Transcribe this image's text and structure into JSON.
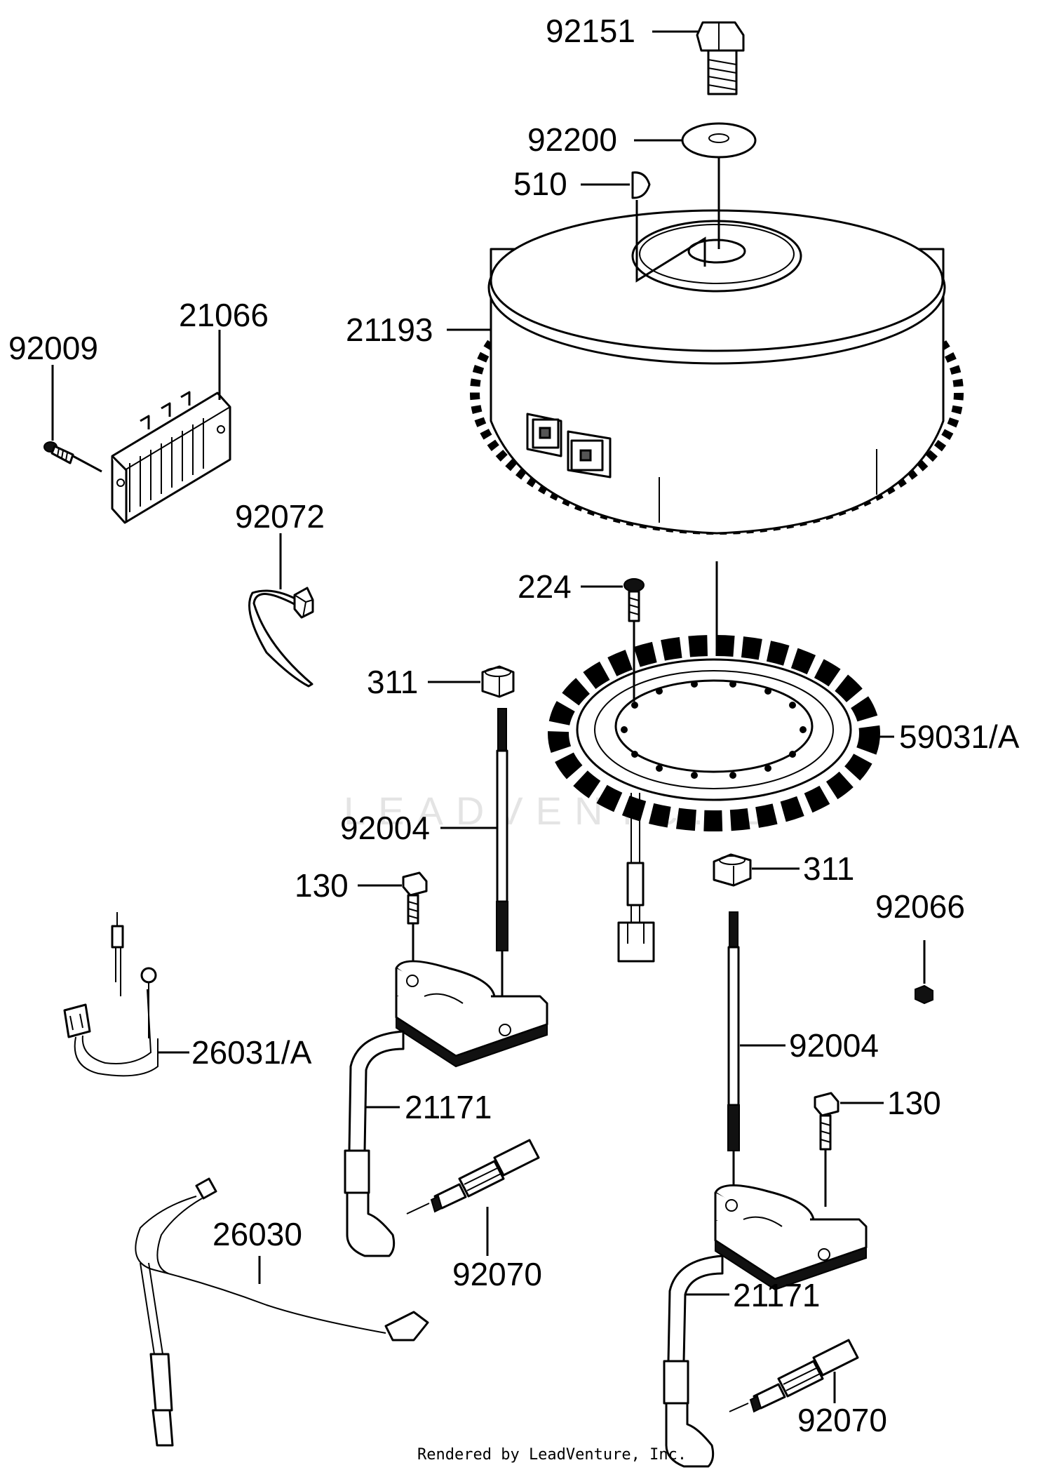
{
  "diagram": {
    "callouts": {
      "p92151": "92151",
      "p92200": "92200",
      "p510": "510",
      "p21193": "21193",
      "p21066": "21066",
      "p92009": "92009",
      "p92072": "92072",
      "p224": "224",
      "p311a": "311",
      "p59031": "59031/A",
      "p92004a": "92004",
      "p130a": "130",
      "p311b": "311",
      "p92066": "92066",
      "p26031": "26031/A",
      "p92004b": "92004",
      "p21171a": "21171",
      "p130b": "130",
      "p26030": "26030",
      "p92070a": "92070",
      "p21171b": "21171",
      "p92070b": "92070"
    },
    "watermark": "LEADVENTURE",
    "credit": "Rendered by LeadVenture, Inc."
  }
}
